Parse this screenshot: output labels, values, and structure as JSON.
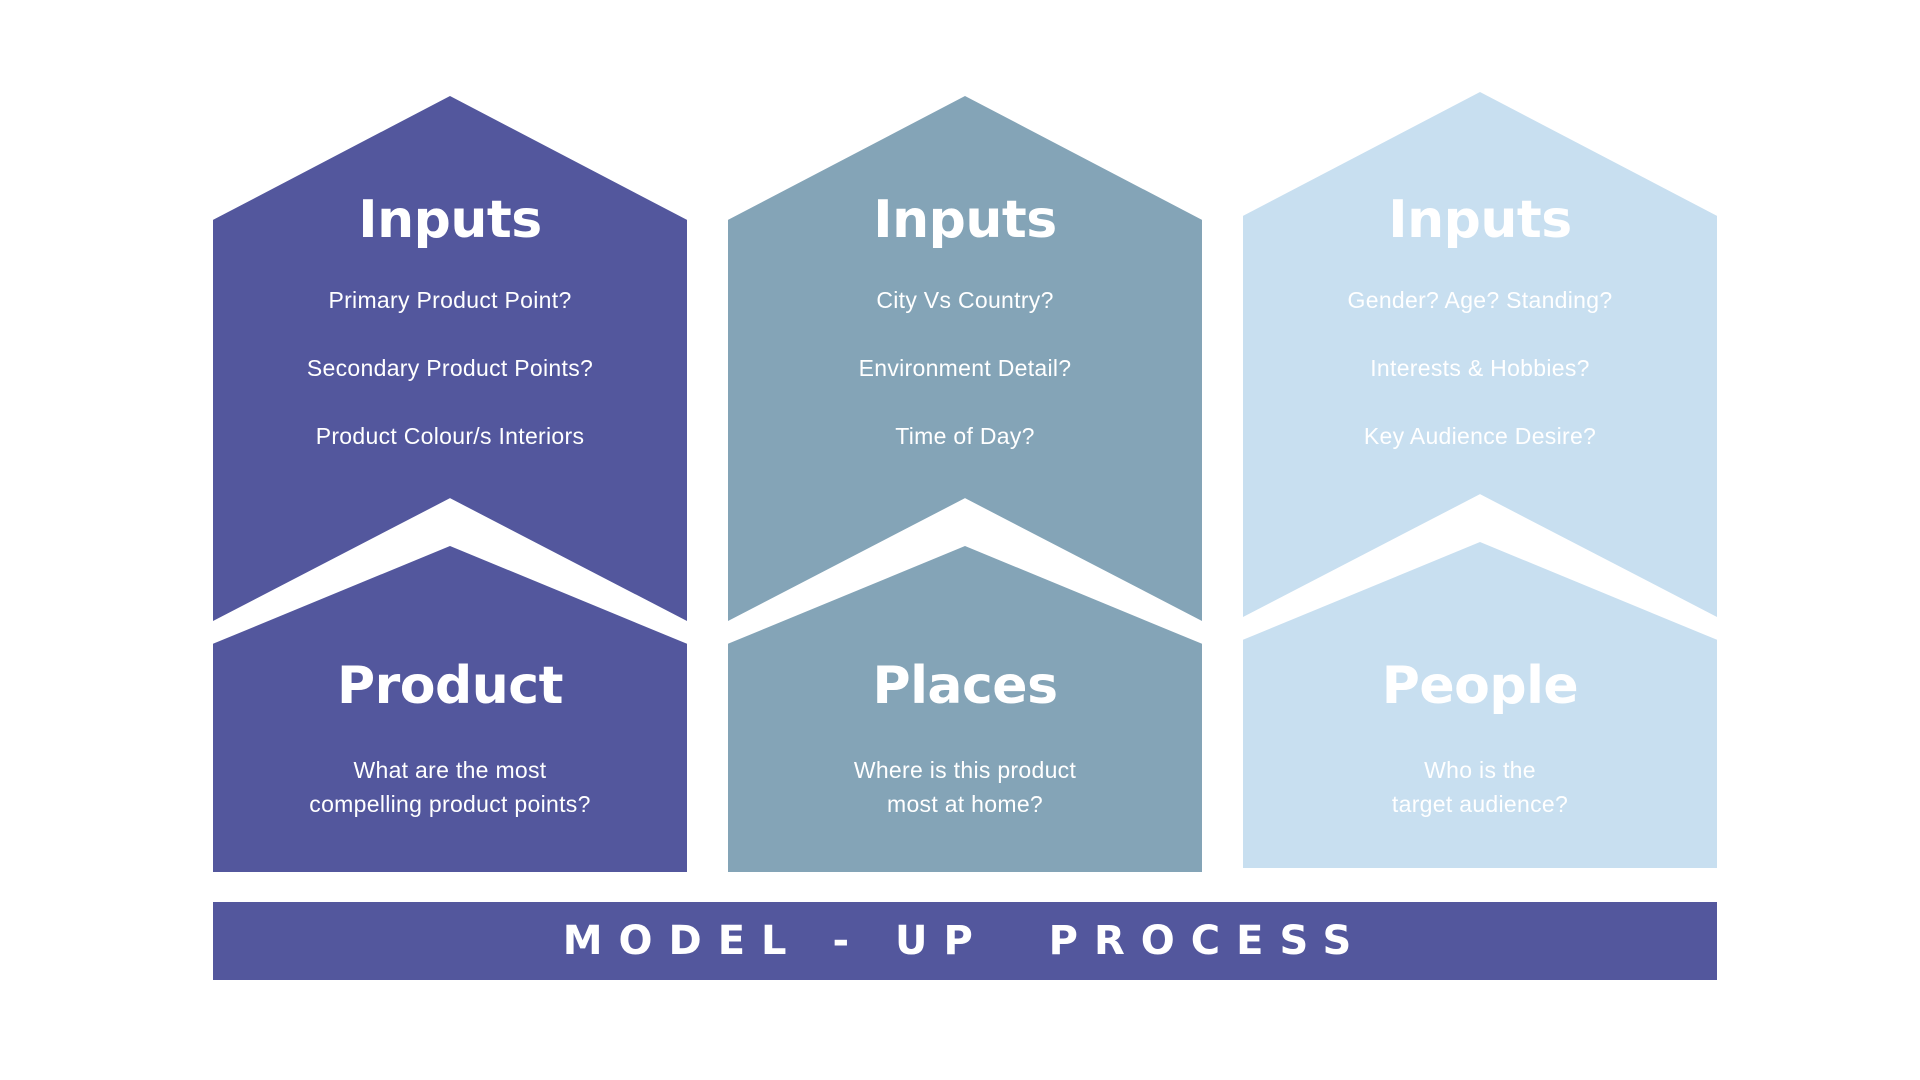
{
  "columns": [
    {
      "color": "#53579d",
      "text_color": "#ffffff",
      "inputs_title": "Inputs",
      "inputs": [
        "Primary Product Point?",
        "Secondary Product Points?",
        "Product Colour/s Interiors"
      ],
      "category": "Product",
      "description": [
        "What are the most",
        "compelling product points?"
      ]
    },
    {
      "color": "#84a4b7",
      "text_color": "#ffffff",
      "inputs_title": "Inputs",
      "inputs": [
        "City Vs Country?",
        "Environment Detail?",
        "Time of Day?"
      ],
      "category": "Places",
      "description": [
        "Where is this product",
        "most at home?"
      ]
    },
    {
      "color": "#c8dff0",
      "text_color": "#ffffff",
      "inputs_title": "Inputs",
      "inputs": [
        "Gender? Age? Standing?",
        "Interests & Hobbies?",
        "Key Audience Desire?"
      ],
      "category": "People",
      "description": [
        "Who is the",
        "target audience?"
      ]
    }
  ],
  "footer": {
    "label": "MODEL - UP  PROCESS",
    "color": "#53579d"
  }
}
